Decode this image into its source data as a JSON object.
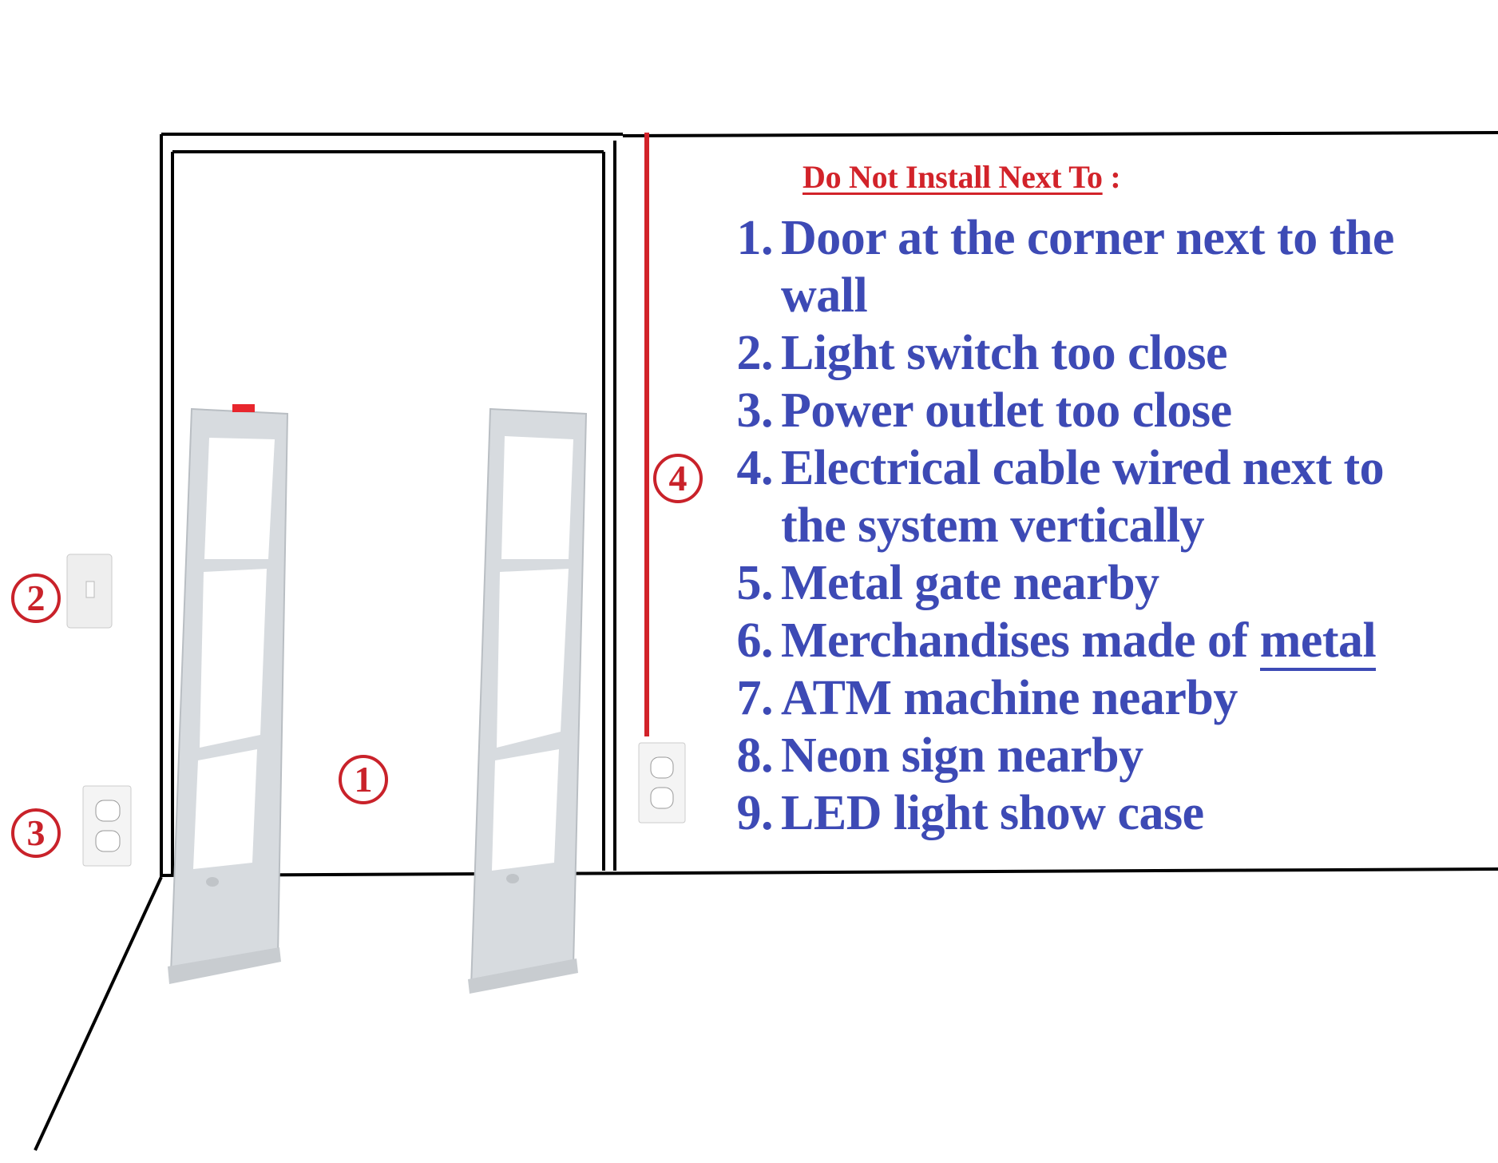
{
  "heading": {
    "text": "Do Not Install Next To",
    "suffix": " :",
    "color": "#d2232a"
  },
  "list": {
    "color": "#3d4ab5",
    "items": [
      {
        "num": "1.",
        "line1": "Door at the corner next to the",
        "line2": "wall"
      },
      {
        "num": "2.",
        "line1": "Light switch too close"
      },
      {
        "num": "3.",
        "line1": "Power outlet too close"
      },
      {
        "num": "4.",
        "line1": "Electrical cable wired next to",
        "line2": "the system vertically"
      },
      {
        "num": "5.",
        "line1": "Metal gate nearby"
      },
      {
        "num": "6.",
        "line1": "Merchandises made of ",
        "emph": "metal"
      },
      {
        "num": "7.",
        "line1": "ATM machine nearby"
      },
      {
        "num": "8.",
        "line1": "Neon sign nearby"
      },
      {
        "num": "9.",
        "line1": "LED light show case"
      }
    ]
  },
  "markers": [
    {
      "label": "1",
      "meaning": "door-corner"
    },
    {
      "label": "2",
      "meaning": "light-switch"
    },
    {
      "label": "3",
      "meaning": "power-outlet"
    },
    {
      "label": "4",
      "meaning": "electrical-cable"
    }
  ],
  "colors": {
    "accent_red": "#d2232a",
    "text_blue": "#3d4ab5",
    "gate_grey": "#d7dbdf"
  }
}
